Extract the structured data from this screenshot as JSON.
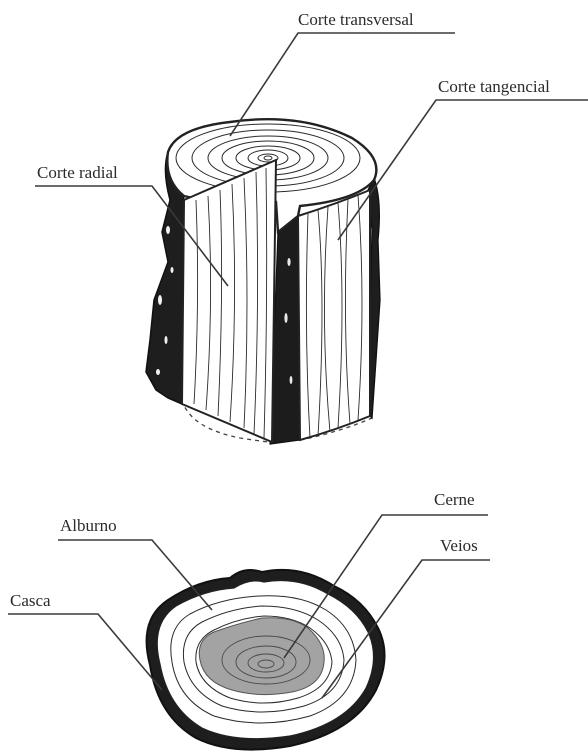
{
  "figure": {
    "upper_labels": {
      "transversal": "Corte transversal",
      "tangencial": "Corte tangencial",
      "radial": "Corte radial"
    },
    "lower_labels": {
      "cerne": "Cerne",
      "veios": "Veios",
      "alburno": "Alburno",
      "casca": "Casca"
    }
  },
  "colors": {
    "ink": "#2a2a2a",
    "bark": "#1e1e1e",
    "heartwood": "#a3a3a3",
    "background": "#ffffff"
  }
}
